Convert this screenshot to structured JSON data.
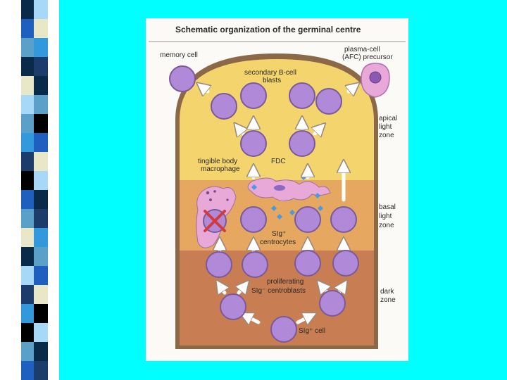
{
  "colors": {
    "slide_background": "#00ffff",
    "stripe_palette": [
      "#1f5fbf",
      "#5aa0c8",
      "#0a2a4a",
      "#e8e8c8",
      "#3399dd",
      "#a8d8f8",
      "#1c3c6c",
      "#000000"
    ],
    "zone_apical": "#f4d46c",
    "zone_basal": "#e6a760",
    "zone_dark": "#c87e52",
    "capsule_rim": "#8a6848",
    "cell_fill": "#b08ad8",
    "cell_ring": "#7a5a9a",
    "fdc_fill": "#e8a8d8",
    "antigen": "#4a9ae0"
  },
  "figure": {
    "title": "Schematic organization of the germinal centre",
    "labels": {
      "memory_cell": "memory cell",
      "plasma_cell_line1": "plasma-cell",
      "plasma_cell_line2": "(AFC) precursor",
      "secondary_line1": "secondary B-cell",
      "secondary_line2": "blasts",
      "apical_line1": "apical",
      "apical_line2": "light",
      "apical_line3": "zone",
      "tingible_line1": "tingible body",
      "tingible_line2": "macrophage",
      "fdc": "FDC",
      "basal_line1": "basal",
      "basal_line2": "light",
      "basal_line3": "zone",
      "centrocytes_line1": "SIg⁺",
      "centrocytes_line2": "centrocytes",
      "centroblasts_line1": "proliferating",
      "centroblasts_line2": "SIg⁻ centroblasts",
      "dark_line1": "dark",
      "dark_line2": "zone",
      "sig_cell": "SIg⁺ cell"
    }
  }
}
